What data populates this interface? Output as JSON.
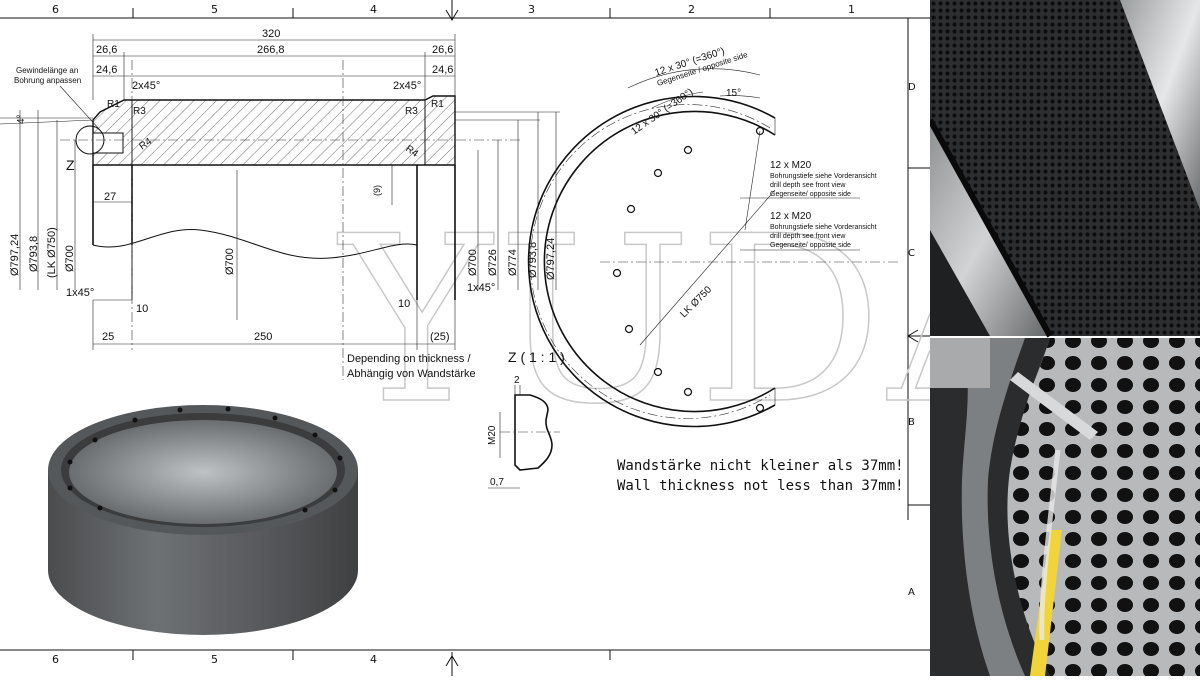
{
  "frame": {
    "columns_top": [
      "6",
      "5",
      "4",
      "3",
      "2",
      "1"
    ],
    "columns_bottom": [
      "6",
      "5",
      "4"
    ],
    "rows": [
      "D",
      "C",
      "B",
      "A"
    ]
  },
  "section_view": {
    "dims_top": {
      "overall": "320",
      "inner": "266,8",
      "left_outer": "26,6",
      "right_outer": "26,6",
      "left_inner": "24,6",
      "right_inner": "24,6"
    },
    "chamfer_left": "2x45°",
    "chamfer_right": "2x45°",
    "radius_r1_left": "R1",
    "radius_r3_left": "R3",
    "radius_r4_left": "R4",
    "radius_r1_right": "R1",
    "radius_r3_right": "R3",
    "radius_r4_right": "R4",
    "thread_note_line1": "Gewindelänge an",
    "thread_note_line2": "Bohrung anpassen",
    "angle": "4°",
    "detail_marker": "Z",
    "dim_27": "27",
    "dim_9": "(9)",
    "dims_left_diam": [
      "Ø797,24",
      "Ø793,8",
      "(LK Ø750)",
      "Ø700"
    ],
    "dim_center": "Ø700",
    "dims_right_diam": [
      "Ø700",
      "Ø726",
      "Ø774",
      "Ø793,8",
      "Ø797,24"
    ],
    "chamfer_bottom_left": "1x45°",
    "chamfer_bottom_right": "1x45°",
    "dim_10_left": "10",
    "dim_10_right": "10",
    "dim_25": "25",
    "dim_250": "250",
    "dim_25_paren": "(25)",
    "thickness_note_line1": "Depending on thickness /",
    "thickness_note_line2": "Abhängig von Wandstärke"
  },
  "front_view": {
    "pattern_outer_line1": "12 x 30° (=360°)",
    "pattern_outer_line2": "Gegenseite / opposite side",
    "pattern_inner": "12 x 30° (=360°)",
    "angle_15": "15°",
    "hole_note_1": {
      "title": "12 x M20",
      "line1": "Bohrungstiefe siehe Vorderansicht",
      "line2": "drill depth see front view",
      "line3": "Gegenseite/ opposite side"
    },
    "hole_note_2": {
      "title": "12 x M20",
      "line1": "Bohrungstiefe siehe Vorderansicht",
      "line2": "drill depth see front view",
      "line3": "Gegenseite/ opposite side"
    },
    "bolt_circle": "LK Ø750"
  },
  "detail_z": {
    "title": "Z ( 1 : 1 )",
    "dim_2": "2",
    "thread": "M20",
    "dim_07": "0,7"
  },
  "wall_note": {
    "line1": "Wandstärke nicht kleiner als 37mm!",
    "line2": "Wall thickness not less than 37mm!"
  },
  "watermark": "YUDA",
  "colors": {
    "line": "#111111",
    "paper": "#ffffff",
    "steel_dark": "#3c3e40",
    "steel_light": "#8a8d90"
  }
}
